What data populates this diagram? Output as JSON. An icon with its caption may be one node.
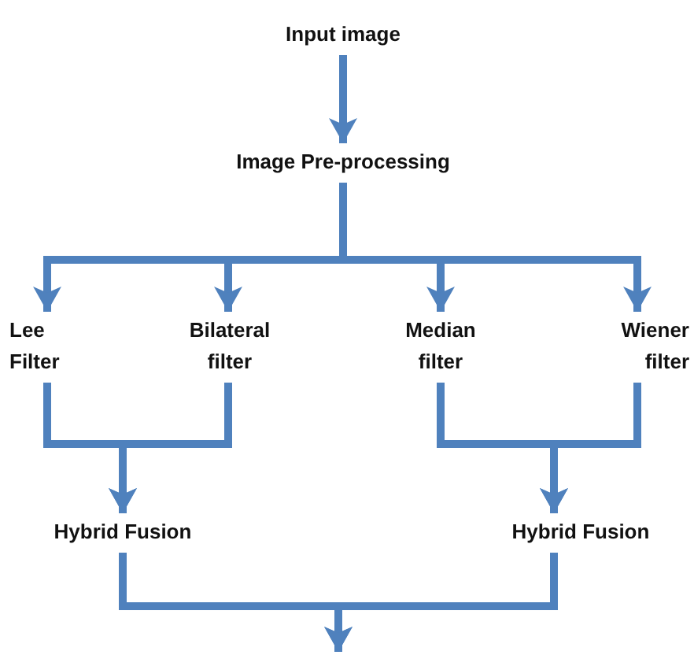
{
  "diagram": {
    "nodes": [
      {
        "text": [
          "Input image"
        ]
      },
      {
        "text": [
          "Image Pre-processing"
        ]
      },
      {
        "text": [
          "Lee Filter"
        ]
      },
      {
        "text": [
          "Bilateral filter"
        ]
      },
      {
        "text": [
          "Median filter"
        ]
      },
      {
        "text": [
          "Wiener filter"
        ]
      },
      {
        "text": [
          "Hybrid Fusion"
        ]
      },
      {
        "text": [
          "Hybrid Fusion"
        ]
      }
    ],
    "edges": [
      {
        "from": 0,
        "to": 1,
        "arrow": "to"
      },
      {
        "from": 1,
        "to": 2,
        "arrow": "to"
      },
      {
        "from": 1,
        "to": 3,
        "arrow": "to"
      },
      {
        "from": 1,
        "to": 4,
        "arrow": "to"
      },
      {
        "from": 1,
        "to": 5,
        "arrow": "to"
      },
      {
        "from": 2,
        "to": 6,
        "arrow": "to"
      },
      {
        "from": 3,
        "to": 6,
        "arrow": "to"
      },
      {
        "from": 4,
        "to": 7,
        "arrow": "to"
      },
      {
        "from": 5,
        "to": 7,
        "arrow": "to"
      },
      {
        "from": 6,
        "to": null,
        "arrow": "to"
      },
      {
        "from": 7,
        "to": null,
        "arrow": "to"
      }
    ]
  }
}
